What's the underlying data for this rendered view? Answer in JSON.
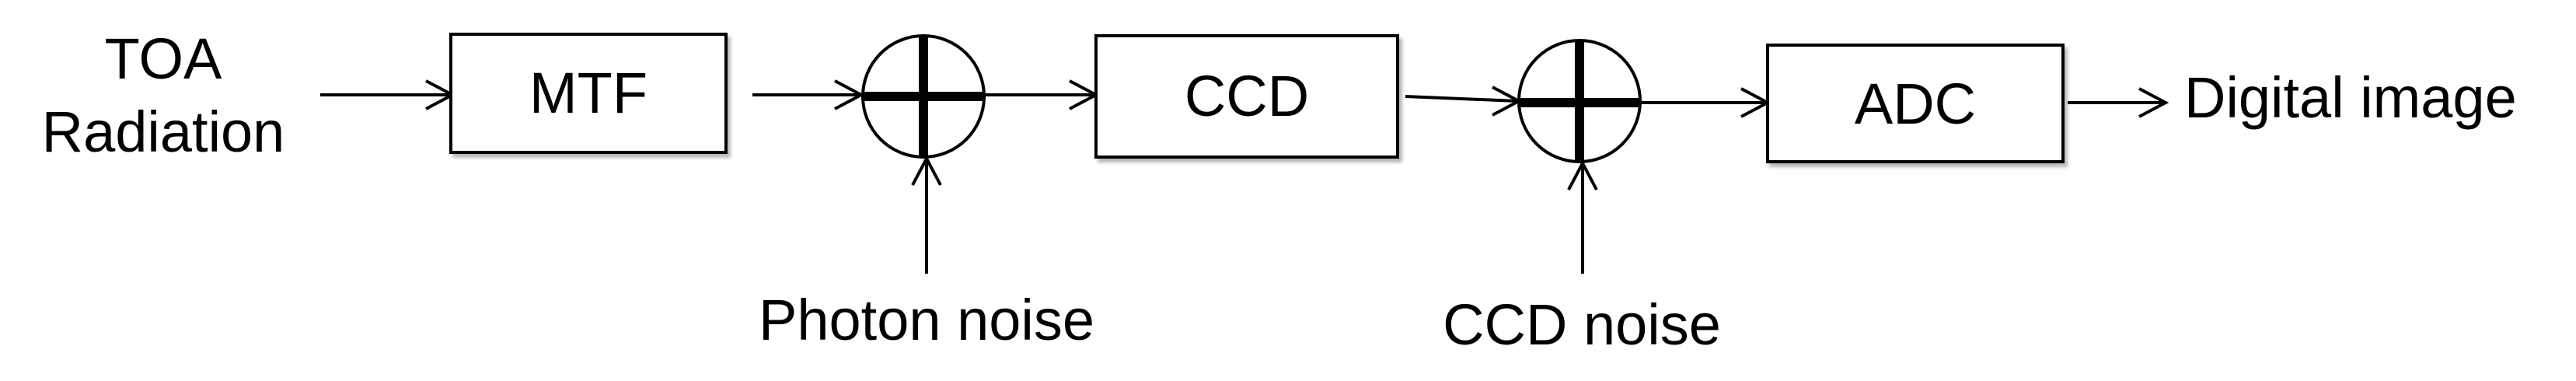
{
  "input": {
    "line1": "TOA",
    "line2": "Radiation"
  },
  "blocks": {
    "mtf": "MTF",
    "ccd": "CCD",
    "adc": "ADC"
  },
  "noise": {
    "photon": "Photon noise",
    "ccd": "CCD noise"
  },
  "output": {
    "label": "Digital image"
  }
}
